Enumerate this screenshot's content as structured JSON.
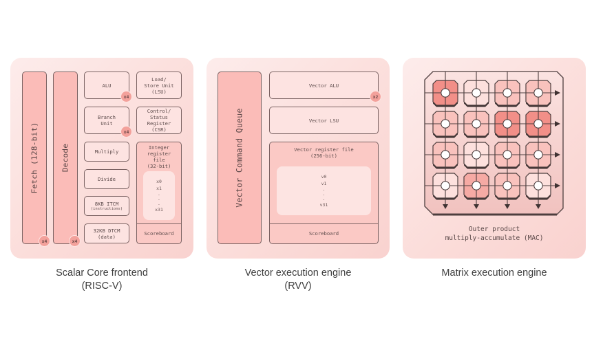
{
  "scalar": {
    "fetch": "Fetch (128-bit)",
    "decode": "Decode",
    "alu": "ALU",
    "lsu": "Load/\nStore Unit\n(LSU)",
    "branch": "Branch\nUnit",
    "csr": "Control/\nStatus\nRegister\n(CSR)",
    "multiply": "Multiply",
    "divide": "Divide",
    "itcm_title": "8KB ITCM",
    "itcm_sub": "(instructions)",
    "dtcm": "32KB DTCM\n(data)",
    "regfile_title": "Integer\nregister\nfile\n(32-bit)",
    "registers": [
      "x0",
      "x1",
      ".",
      ".",
      ".",
      "x31"
    ],
    "scoreboard": "Scoreboard",
    "badges": {
      "fetch": "x4",
      "decode": "x4",
      "alu": "x4",
      "branch": "x4"
    }
  },
  "vector": {
    "queue": "Vector Command Queue",
    "alu": "Vector ALU",
    "alu_badge": "x2",
    "lsu": "Vector LSU",
    "regfile_title": "Vector register file\n(256-bit)",
    "registers": [
      "v0",
      "v1",
      ".",
      ".",
      ".",
      "v31"
    ],
    "scoreboard": "Scoreboard"
  },
  "matrix": {
    "grid_intensity": [
      [
        4,
        1,
        2,
        2
      ],
      [
        2,
        2,
        4,
        4
      ],
      [
        2,
        1,
        2,
        2
      ],
      [
        1,
        3,
        2,
        1
      ]
    ],
    "intensity_colors": [
      "#fde0dd",
      "#f9c2bd",
      "#f6aaa4",
      "#f28f88"
    ],
    "caption": "Outer product\nmultiply-accumulate (MAC)"
  },
  "captions": {
    "scalar": "Scalar Core frontend\n(RISC-V)",
    "vector": "Vector execution engine\n(RVV)",
    "matrix": "Matrix execution engine"
  }
}
